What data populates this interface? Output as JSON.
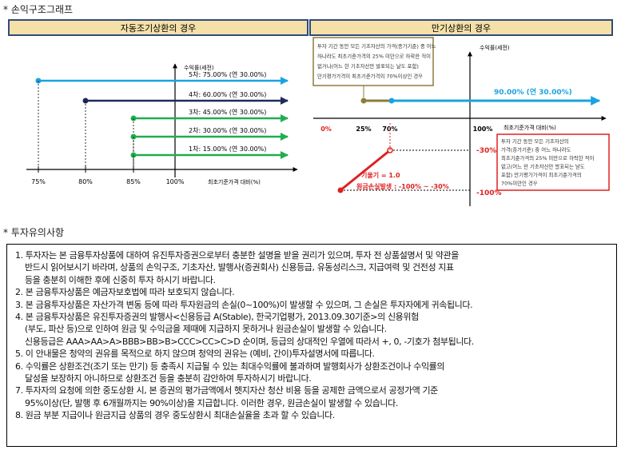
{
  "section1_title": "* 손익구조그래프",
  "section2_title": "* 투자유의사항",
  "colors": {
    "header_fill": "#f5e1a8",
    "header_border": "#2f4b7c",
    "cyan": "#1aa3e0",
    "navy": "#1f2a5c",
    "green": "#1fae4f",
    "olive": "#8b7d3a",
    "red": "#e02020",
    "note_border_olive": "#8b7d3a",
    "note_border_red": "#e02020"
  },
  "left_chart": {
    "header": "자동조기상환의 경우",
    "ylabel": "수익률(세전)",
    "xlabel": "최초기준가격 대비(%)",
    "x_ticks": [
      "75%",
      "80%",
      "85%",
      "100%"
    ],
    "arrows": [
      {
        "label": "5차: 75.00% (연 30.00%)",
        "x_start": "75%",
        "color": "cyan"
      },
      {
        "label": "4차: 60.00% (연 30.00%)",
        "x_start": "80%",
        "color": "navy"
      },
      {
        "label": "3차: 45.00% (연 30.00%)",
        "x_start": "85%",
        "color": "green"
      },
      {
        "label": "2차: 30.00% (연 30.00%)",
        "x_start": "85%",
        "color": "green"
      },
      {
        "label": "1차: 15.00% (연 30.00%)",
        "x_start": "85%",
        "color": "green"
      }
    ]
  },
  "right_chart": {
    "header": "만기상환의 경우",
    "ylabel": "수익률(세전)",
    "xlabel": "최초기준가격 대비(%)",
    "x_ticks": [
      "0%",
      "25%",
      "70%",
      "100%"
    ],
    "gain_label": "90.00% (연 30.00%)",
    "y_labels": [
      "-30%",
      "-100%"
    ],
    "slope_label": "기울기 = 1.0",
    "loss_label": "원금손실발생 : -100% ~ -30%",
    "note_top": [
      "투자 기간 동안 모든 기초자산의 가격(종가기준) 중 어느",
      "하나라도 최초기준가격의 25% 미만으로 하락한 적이",
      "없거나(어느 한 기초자산만 발표되는 날도 포함)",
      "만기평가가격이 최초기준가격의 70%이상인 경우"
    ],
    "note_bottom": [
      "투자 기간 동안 모든 기초자산의",
      "가격(종가기준) 중 어느 하나라도",
      "최초기준가격의 25% 미만으로 하락한 적이",
      "없고(어느 한 기초자산만 발표되는 날도",
      "포함) 만기평가가격이 최초기준가격의",
      "70%미만인 경우"
    ]
  },
  "notices": [
    {
      "num": "1.",
      "lines": [
        "투자자는 본 금융투자상품에 대하여 유진투자증권으로부터 충분한 설명을 받을 권리가 있으며, 투자 전 상품설명서 및 약관을",
        "반드시 읽어보시기 바라며, 상품의 손익구조, 기초자산, 발행사(증권회사) 신용등급, 유동성리스크, 지급여력 및 건전성 지표",
        "등을 충분히 이해한 후에 신중히 투자 하시기 바랍니다."
      ]
    },
    {
      "num": "2.",
      "lines": [
        "본 금융투자상품은 예금자보호법에 따라 보호되지 않습니다."
      ]
    },
    {
      "num": "3.",
      "lines": [
        "본 금융투자상품은 자산가격 변동 등에 따라 투자원금의 손실(0~100%)이 발생할 수 있으며, 그 손실은 투자자에게 귀속됩니다."
      ]
    },
    {
      "num": "4.",
      "lines": [
        "본 금융투자상품은 유진투자증권의 발행사<신용등급 A(Stable), 한국기업평가, 2013.09.30기준>의 신용위험",
        "(부도, 파산 등)으로 인하여 원금 및 수익금을 제때에 지급하지 못하거나 원금손실이 발생할 수 있습니다.",
        "신용등급은 AAA>AA>A>BBB>BB>B>CCC>CC>C>D 순이며, 등급의 상대적인 우열에 따라서 +, 0, -기호가 첨부됩니다."
      ]
    },
    {
      "num": "5.",
      "lines": [
        "이 안내물은 청약의 권유를 목적으로 하지 않으며 청약의 권유는 (예비, 간이)투자설명서에 따릅니다."
      ]
    },
    {
      "num": "6.",
      "lines": [
        "수익률은 상환조건(조기 또는 만기) 등 충족시 지급될 수 있는 최대수익률에 불과하며 발행회사가 상환조건이나 수익률의",
        "달성을 보장하지 아니하므로 상환조건 등을 충분히 감안하여 투자하시기 바랍니다."
      ]
    },
    {
      "num": "7.",
      "lines": [
        "투자자의 요청에 의한 중도상환 시, 본 증권의 평가금액에서 헷지자산 청산 비용 등을 공제한 금액으로서 공정가액 기준",
        "95%이상(단, 발행 후 6개월까지는 90%이상)을 지급합니다. 이러한 경우, 원금손실이 발생할 수 있습니다."
      ]
    },
    {
      "num": "8.",
      "lines": [
        "원금 부분 지급이나 원금지급 상품의 경우 중도상환시 최대손실율을 초과 할 수 있습니다."
      ]
    }
  ]
}
